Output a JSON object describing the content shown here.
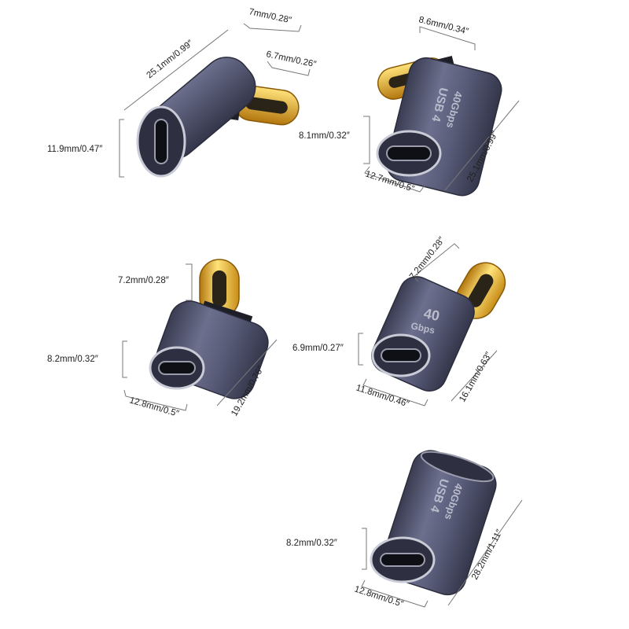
{
  "colors": {
    "background": "#ffffff",
    "body_light": "#6c6f8d",
    "body_dark": "#3a3c52",
    "gold_light": "#ffe27a",
    "gold_dark": "#b3770e",
    "print": "#b9bccb",
    "dimension_line": "#777777"
  },
  "adapters": [
    {
      "name": "adapter-1",
      "dimensions": [
        "25.1mm/0.99″",
        "7mm/0.28″",
        "6.7mm/0.26″",
        "11.9mm/0.47″"
      ]
    },
    {
      "name": "adapter-2",
      "print_lines": [
        "USB 4",
        "40Gbps"
      ],
      "dimensions": [
        "8.6mm/0.34″",
        "8.1mm/0.32″",
        "25.1mm/0.99″",
        "12.7mm/0.5″"
      ]
    },
    {
      "name": "adapter-3",
      "dimensions": [
        "7.2mm/0.28″",
        "8.2mm/0.32″",
        "12.8mm/0.5″",
        "19.2mm/0.76″"
      ]
    },
    {
      "name": "adapter-4",
      "print_lines": [
        "40",
        "Gbps"
      ],
      "dimensions": [
        "7.2mm/0.28″",
        "6.9mm/0.27″",
        "11.8mm/0.46″",
        "16.1mm/0.63″"
      ]
    },
    {
      "name": "adapter-5",
      "print_lines": [
        "USB 4",
        "40Gbps"
      ],
      "dimensions": [
        "8.2mm/0.32″",
        "12.8mm/0.5″",
        "28.2mm/1.11″"
      ]
    }
  ]
}
